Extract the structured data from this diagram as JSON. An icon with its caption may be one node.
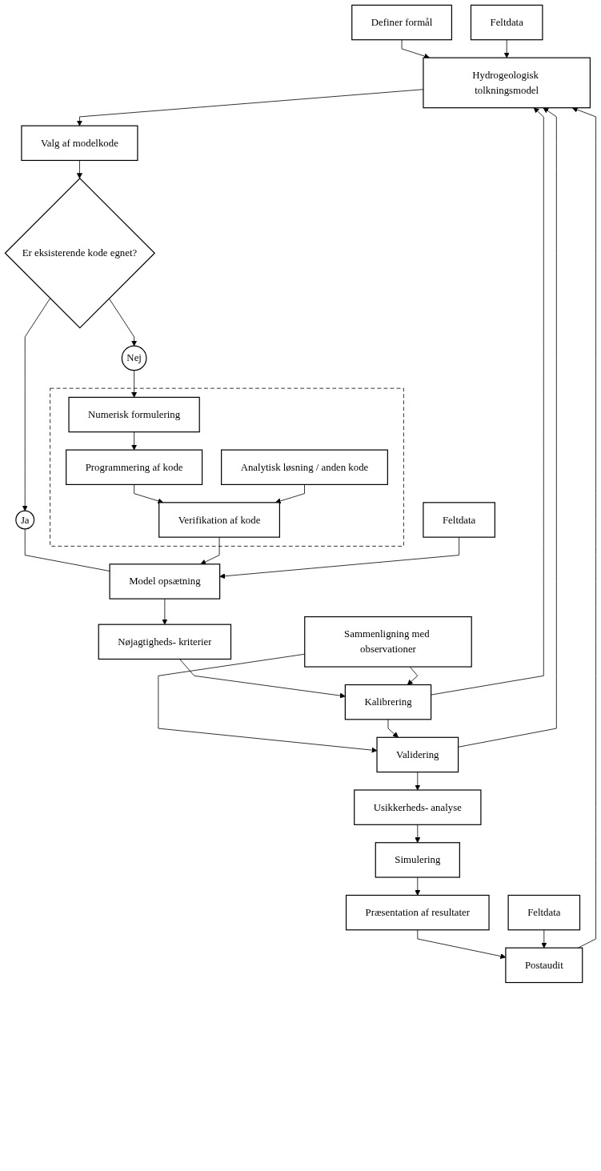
{
  "diagram": {
    "nodes": [
      {
        "text": [
          "Definer formål"
        ]
      },
      {
        "text": [
          "Hydrogeologisk tolkningsmodel"
        ]
      },
      {
        "text": [
          "Feltdata"
        ]
      },
      {
        "text": [
          "Valg af modelkode"
        ]
      },
      {
        "text": [
          "Er eksisterende kode egnet?"
        ]
      },
      {
        "text": [
          "Ja"
        ]
      },
      {
        "text": [
          "Nej"
        ]
      },
      {
        "text": [],
        "shape": "box"
      },
      {
        "text": [
          "Numerisk formulering"
        ],
        "in": 7
      },
      {
        "text": [
          "Programmering af kode"
        ],
        "in": 7
      },
      {
        "text": [
          "Verifikation af kode"
        ],
        "in": 7
      },
      {
        "text": [
          "Analytisk løsning / anden kode"
        ],
        "in": 7
      },
      {
        "text": [
          "Model opsætning"
        ]
      },
      {
        "text": [
          "Feltdata"
        ]
      },
      {
        "text": [
          "Nøjagtigheds- kriterier"
        ]
      },
      {
        "text": [
          "Kalibrering"
        ]
      },
      {
        "text": [
          "Sammenligning med observationer"
        ]
      },
      {
        "text": [
          "Validering"
        ]
      },
      {
        "text": [
          "Usikkerheds- analyse"
        ]
      },
      {
        "text": [
          "Simulering"
        ]
      },
      {
        "text": [
          "Præsentation af resultater"
        ]
      },
      {
        "text": [
          "Postaudit"
        ]
      },
      {
        "text": [
          "Feltdata"
        ]
      }
    ],
    "edges": [
      {
        "from": 0,
        "to": 1,
        "arrow": "to"
      },
      {
        "from": 2,
        "to": 1,
        "arrow": "to"
      },
      {
        "from": 1,
        "to": 3,
        "arrow": "to"
      },
      {
        "from": 3,
        "to": 4,
        "arrow": "to"
      },
      {
        "from": 4,
        "to": 5,
        "arrow": "to"
      },
      {
        "from": 4,
        "to": 6,
        "arrow": "to"
      },
      {
        "from": 5,
        "to": 12,
        "arrow": "none"
      },
      {
        "from": 6,
        "to": 8,
        "arrow": "to"
      },
      {
        "from": 8,
        "to": 9,
        "arrow": "to"
      },
      {
        "from": 9,
        "to": 10,
        "arrow": "to"
      },
      {
        "from": 11,
        "to": 10,
        "arrow": "to"
      },
      {
        "from": 10,
        "to": 12,
        "arrow": "to"
      },
      {
        "from": 13,
        "to": 12,
        "arrow": "to"
      },
      {
        "from": 12,
        "to": 14,
        "arrow": "to"
      },
      {
        "from": 14,
        "to": 15,
        "arrow": "to"
      },
      {
        "from": 16,
        "to": 15,
        "arrow": "to"
      },
      {
        "from": 16,
        "to": 17,
        "arrow": "to"
      },
      {
        "from": 15,
        "to": 17,
        "arrow": "to"
      },
      {
        "from": 15,
        "to": 1,
        "arrow": "to"
      },
      {
        "from": 17,
        "to": 1,
        "arrow": "to"
      },
      {
        "from": 17,
        "to": 18,
        "arrow": "to"
      },
      {
        "from": 18,
        "to": 19,
        "arrow": "to"
      },
      {
        "from": 19,
        "to": 20,
        "arrow": "to"
      },
      {
        "from": 20,
        "to": 21,
        "arrow": "to"
      },
      {
        "from": 22,
        "to": 21,
        "arrow": "to"
      },
      {
        "from": 21,
        "to": 1,
        "arrow": "to"
      }
    ]
  }
}
